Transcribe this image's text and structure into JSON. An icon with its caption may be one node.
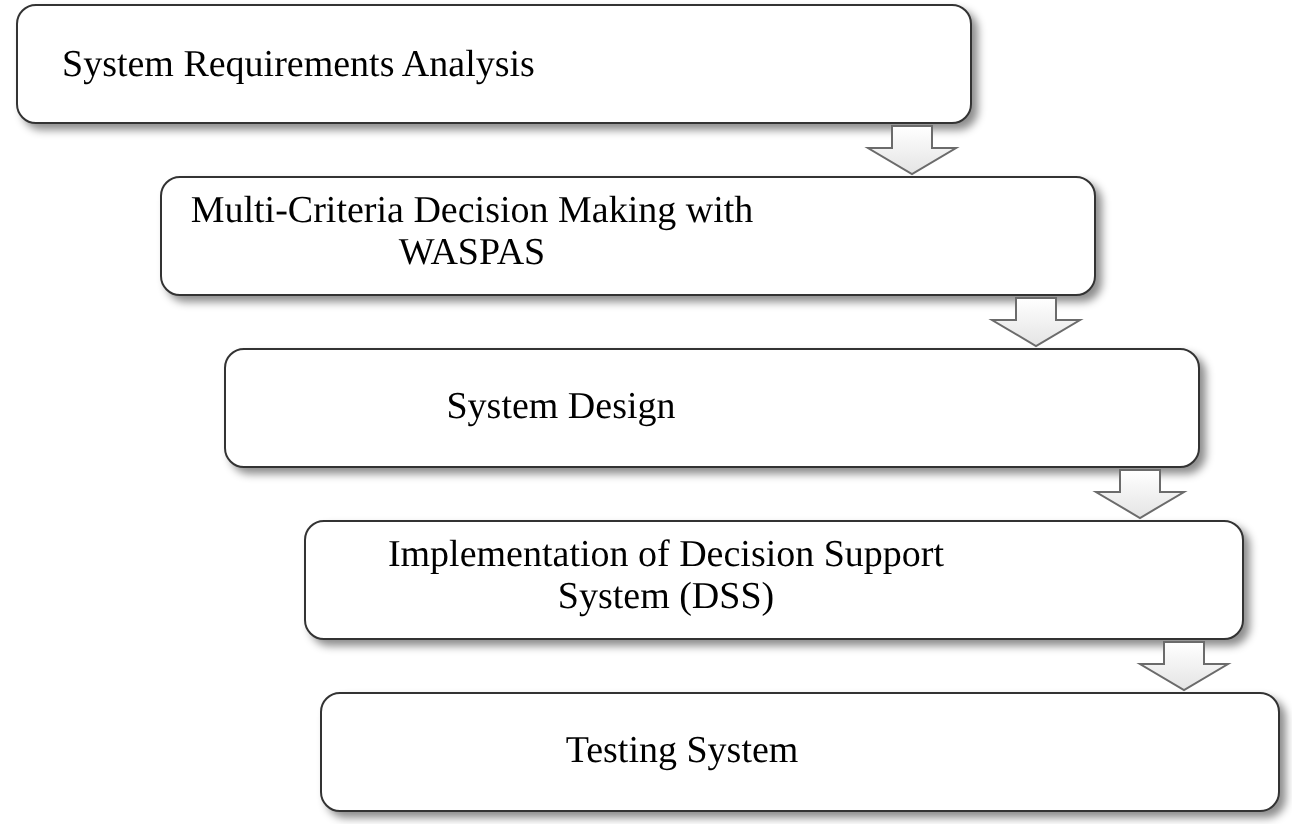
{
  "diagram": {
    "nodes": [
      {
        "text": [
          "System Requirements Analysis"
        ]
      },
      {
        "text": [
          "Multi-Criteria Decision Making with WASPAS"
        ]
      },
      {
        "text": [
          "System Design"
        ]
      },
      {
        "text": [
          "Implementation of Decision Support System (DSS)"
        ]
      },
      {
        "text": [
          "Testing System"
        ]
      }
    ],
    "edges": [
      {
        "from": 0,
        "to": 1,
        "arrow": "to"
      },
      {
        "from": 1,
        "to": 2,
        "arrow": "to"
      },
      {
        "from": 2,
        "to": 3,
        "arrow": "to"
      },
      {
        "from": 3,
        "to": 4,
        "arrow": "to"
      }
    ]
  }
}
